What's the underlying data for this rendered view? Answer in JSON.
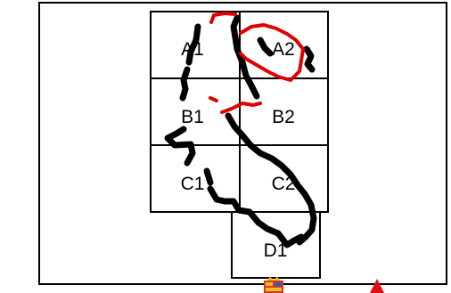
{
  "map": {
    "grid_cells": [
      {
        "id": "A1",
        "label": "A1"
      },
      {
        "id": "A2",
        "label": "A2"
      },
      {
        "id": "B1",
        "label": "B1"
      },
      {
        "id": "B2",
        "label": "B2"
      },
      {
        "id": "C1",
        "label": "C1"
      },
      {
        "id": "C2",
        "label": "C2"
      },
      {
        "id": "D1",
        "label": "D1"
      }
    ],
    "colors": {
      "route_primary": "#000000",
      "route_highlight": "#e00000",
      "grid_lines": "#000000",
      "background": "#ffffff"
    },
    "icons": [
      "crest-icon",
      "red-triangle-marker-icon"
    ]
  }
}
